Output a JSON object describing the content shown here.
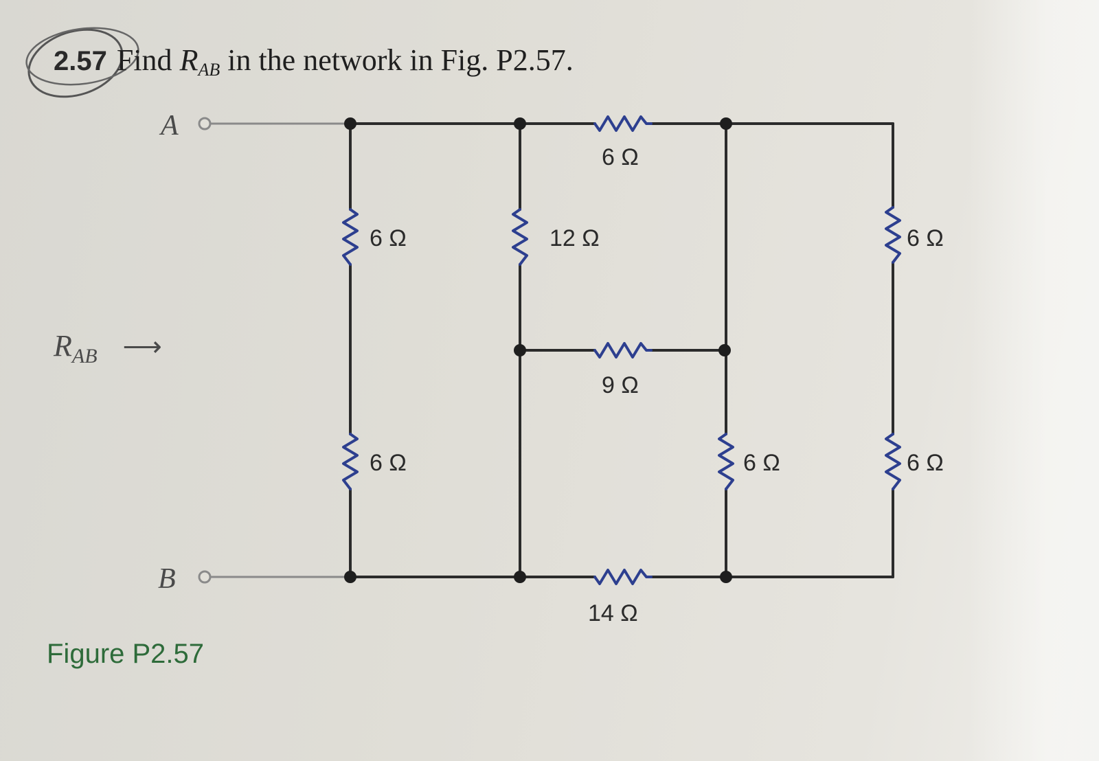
{
  "problem": {
    "number": "2.57",
    "text_before": "Find ",
    "symbol": "R",
    "symbol_sub": "AB",
    "text_after": " in the network in Fig. P2.57."
  },
  "terminals": {
    "a": "A",
    "b": "B"
  },
  "rab_label": {
    "symbol": "R",
    "sub": "AB",
    "arrow": "⟶"
  },
  "resistors": {
    "r_left_top": "6 Ω",
    "r_left_bottom": "6 Ω",
    "r_mid_vertical": "12 Ω",
    "r_top": "6 Ω",
    "r_mid_horizontal": "9 Ω",
    "r_right_inner": "6 Ω",
    "r_right_top": "6 Ω",
    "r_right_bottom": "6 Ω",
    "r_bottom": "14 Ω"
  },
  "caption": "Figure P2.57",
  "colors": {
    "wire": "#2b2b2b",
    "resistor": "#2d3f8f",
    "caption": "#2e6b3a",
    "terminal": "#8a8a8a"
  }
}
